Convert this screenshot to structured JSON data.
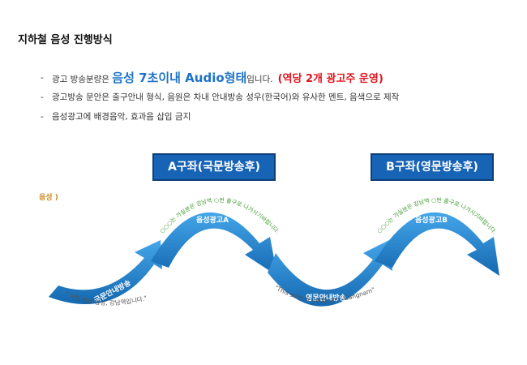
{
  "title": "지하철 음성 진행방식",
  "bullets": {
    "b1_pre": "광고 방송분량은 ",
    "b1_highlight": "음성 7초이내 Audio형태",
    "b1_post": "입니다.",
    "b1_red": "(역당 2개 광고주 운영)",
    "b2": "광고방송 문안은 출구안내 형식, 음원은 차내 안내방송 성우(한국어)와 유사한 멘트, 음색으로 제작",
    "b3": "음성광고에 배경음악, 효과음 삽입 금지",
    "dash": "-"
  },
  "voice_label": "음성 )",
  "boxes": {
    "a": "A구좌(국문방송후)",
    "b": "B구좌(영문방송후)"
  },
  "segments": {
    "korean_label": "국문안내방송",
    "korean_script": "\" 이번 역은 강남, 강남역입니다.\"",
    "ad_a_label": "음성광고A",
    "ad_a_script": "○○○는 가실분은 강남역 ○번 출구로 나가시기바랍니다.",
    "english_label": "영문안내방송",
    "english_script": "\"This stop is Gangnam, Gangnam\"",
    "ad_b_label": "음성광고B",
    "ad_b_script": "○○○는 가실분은 강남역 ○번 출구로 나가시기바랍니다."
  },
  "colors": {
    "arrow": "#2a8fd9",
    "arrow_dark": "#1468b0",
    "box": "#1763b5",
    "green_text": "#3d9a2e",
    "red": "#e3121c",
    "highlight_blue": "#1e73c9"
  }
}
